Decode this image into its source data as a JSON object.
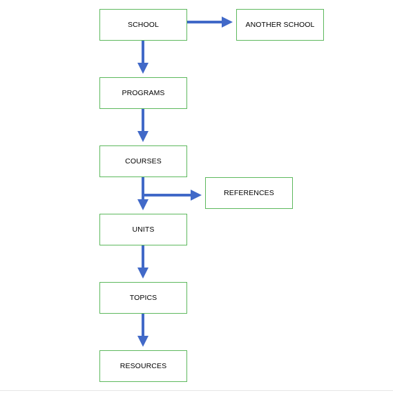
{
  "diagram": {
    "nodes": {
      "school": "SCHOOL",
      "another_school": "ANOTHER SCHOOL",
      "programs": "PROGRAMS",
      "courses": "COURSES",
      "references": "REFERENCES",
      "units": "UNITS",
      "topics": "TOPICS",
      "resources": "RESOURCES"
    },
    "edges": [
      {
        "from": "SCHOOL",
        "to": "ANOTHER SCHOOL"
      },
      {
        "from": "SCHOOL",
        "to": "PROGRAMS"
      },
      {
        "from": "PROGRAMS",
        "to": "COURSES"
      },
      {
        "from": "COURSES",
        "to": "REFERENCES"
      },
      {
        "from": "COURSES",
        "to": "UNITS"
      },
      {
        "from": "UNITS",
        "to": "TOPICS"
      },
      {
        "from": "TOPICS",
        "to": "RESOURCES"
      }
    ],
    "colors": {
      "box_border": "#5cb85c",
      "arrow": "#4169c8",
      "text": "#000000"
    }
  }
}
